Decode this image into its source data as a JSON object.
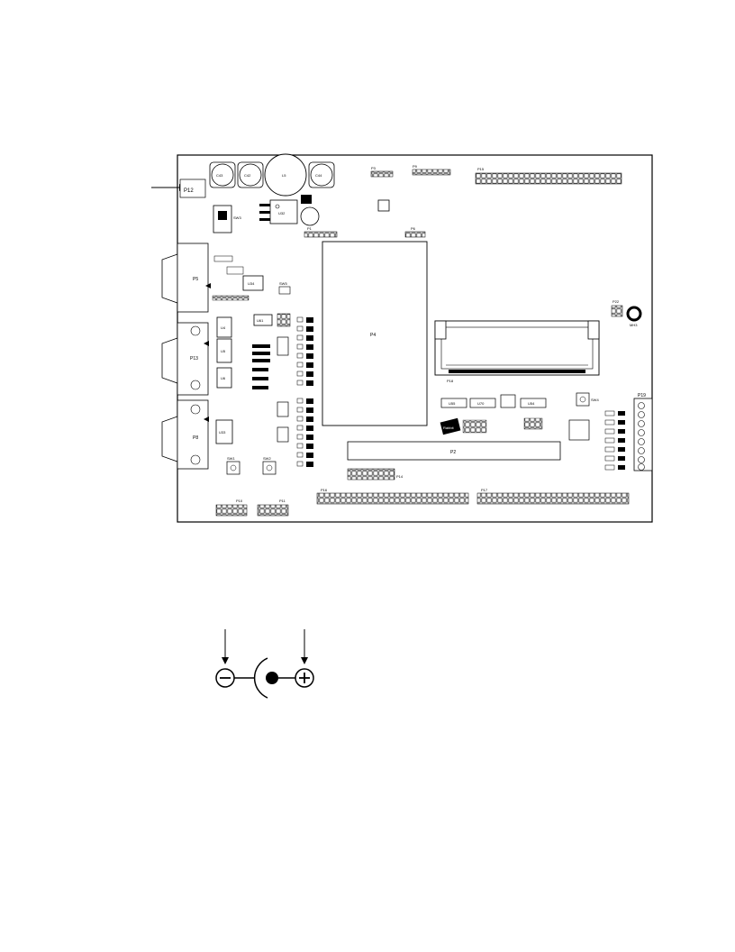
{
  "power_connector": {
    "negative_symbol": "−",
    "positive_symbol": "+"
  },
  "labels": {
    "jack": "P12",
    "cap_c43": "C43",
    "cap_c42": "C42",
    "cap_c44": "C44",
    "inductor_l5": "L5",
    "reg_u32": "U32",
    "switch_sw3": "SW3",
    "serial_p5": "P5",
    "serial_p13": "P13",
    "serial_p8": "P8",
    "sodimm_p2": "P2",
    "cpu_p4": "P4",
    "header_p15": "P15",
    "header_p17": "P17",
    "header_p16": "P16",
    "header_p10": "P10",
    "header_p11": "P11",
    "header_p14": "P14",
    "header_p18": "P18",
    "header_p19": "P19",
    "header_p22": "P22",
    "header_p1": "P1",
    "header_p3": "P3",
    "header_p9": "P9",
    "header_p6": "P6",
    "mh_label": "MH3",
    "ic_u55": "U55",
    "ic_u70": "U70",
    "ic_u54": "U54",
    "logo": "Rabbit",
    "sw1": "SW1",
    "sw2": "SW2",
    "sw4": "SW4",
    "sw5": "SW5",
    "ds_u61": "U61",
    "u4": "U4",
    "u5": "U5",
    "u6": "U6",
    "u33": "U33",
    "u34": "U34"
  }
}
